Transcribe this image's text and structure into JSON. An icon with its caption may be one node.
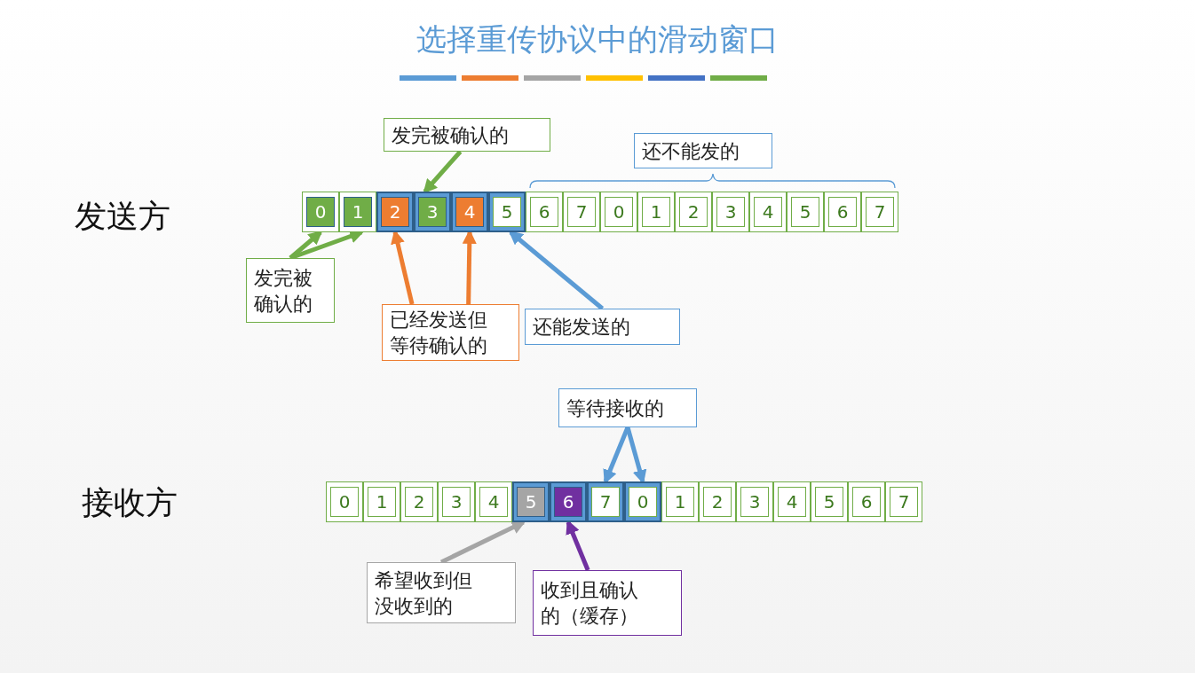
{
  "diagram": {
    "title": "选择重传协议中的滑动窗口",
    "nodes": [
      {
        "text": [
          "发完被确认的"
        ]
      },
      {
        "text": [
          "还不能发的"
        ]
      },
      {
        "text": [
          "0"
        ]
      },
      {
        "text": [
          "1"
        ]
      },
      {
        "text": [],
        "shape": "box"
      },
      {
        "text": [
          "2"
        ],
        "in": 4
      },
      {
        "text": [
          "3"
        ],
        "in": 4
      },
      {
        "text": [
          "4"
        ],
        "in": 4
      },
      {
        "text": [
          "5"
        ],
        "in": 4
      },
      {
        "text": [
          "6"
        ]
      },
      {
        "text": [
          "7"
        ]
      },
      {
        "text": [
          "0"
        ]
      },
      {
        "text": [
          "1"
        ]
      },
      {
        "text": [
          "2"
        ]
      },
      {
        "text": [
          "3"
        ]
      },
      {
        "text": [
          "4"
        ]
      },
      {
        "text": [
          "5"
        ]
      },
      {
        "text": [
          "6"
        ]
      },
      {
        "text": [
          "7"
        ]
      },
      {
        "text": [
          "发完被确认的"
        ]
      },
      {
        "text": [
          "已经发送但等待确认的"
        ]
      },
      {
        "text": [
          "还能发送的"
        ]
      },
      {
        "text": [
          "等待接收的"
        ]
      },
      {
        "text": [
          "0"
        ]
      },
      {
        "text": [
          "1"
        ]
      },
      {
        "text": [
          "2"
        ]
      },
      {
        "text": [
          "3"
        ]
      },
      {
        "text": [
          "4"
        ]
      },
      {
        "text": [],
        "shape": "box"
      },
      {
        "text": [
          "5"
        ],
        "in": 28
      },
      {
        "text": [
          "6"
        ],
        "in": 28
      },
      {
        "text": [
          "7"
        ],
        "in": 28
      },
      {
        "text": [
          "0"
        ],
        "in": 28
      },
      {
        "text": [
          "1"
        ]
      },
      {
        "text": [
          "2"
        ]
      },
      {
        "text": [
          "3"
        ]
      },
      {
        "text": [
          "4"
        ]
      },
      {
        "text": [
          "5"
        ]
      },
      {
        "text": [
          "6"
        ]
      },
      {
        "text": [
          "7"
        ]
      },
      {
        "text": [
          "希望收到但没收到的"
        ]
      },
      {
        "text": [
          "收到且确认的（缓存）"
        ]
      }
    ],
    "edges": [
      {
        "from": 0,
        "to": 6,
        "arrow": "to",
        "color": "#70ad47"
      },
      {
        "from": 19,
        "to": 2,
        "arrow": "to",
        "color": "#70ad47"
      },
      {
        "from": 19,
        "to": 3,
        "arrow": "to",
        "color": "#70ad47"
      },
      {
        "from": 20,
        "to": 5,
        "arrow": "to",
        "color": "#ed7d31"
      },
      {
        "from": 20,
        "to": 7,
        "arrow": "to",
        "color": "#ed7d31"
      },
      {
        "from": 21,
        "to": 8,
        "arrow": "to",
        "color": "#5b9bd5"
      },
      {
        "from": 22,
        "to": 31,
        "arrow": "to",
        "color": "#5b9bd5"
      },
      {
        "from": 22,
        "to": 32,
        "arrow": "to",
        "color": "#5b9bd5"
      },
      {
        "from": 40,
        "to": 29,
        "arrow": "to",
        "color": "#a5a5a5"
      },
      {
        "from": 41,
        "to": 30,
        "arrow": "to",
        "color": "#7030a0"
      }
    ],
    "labels": [
      "发送方",
      "接收方"
    ]
  }
}
